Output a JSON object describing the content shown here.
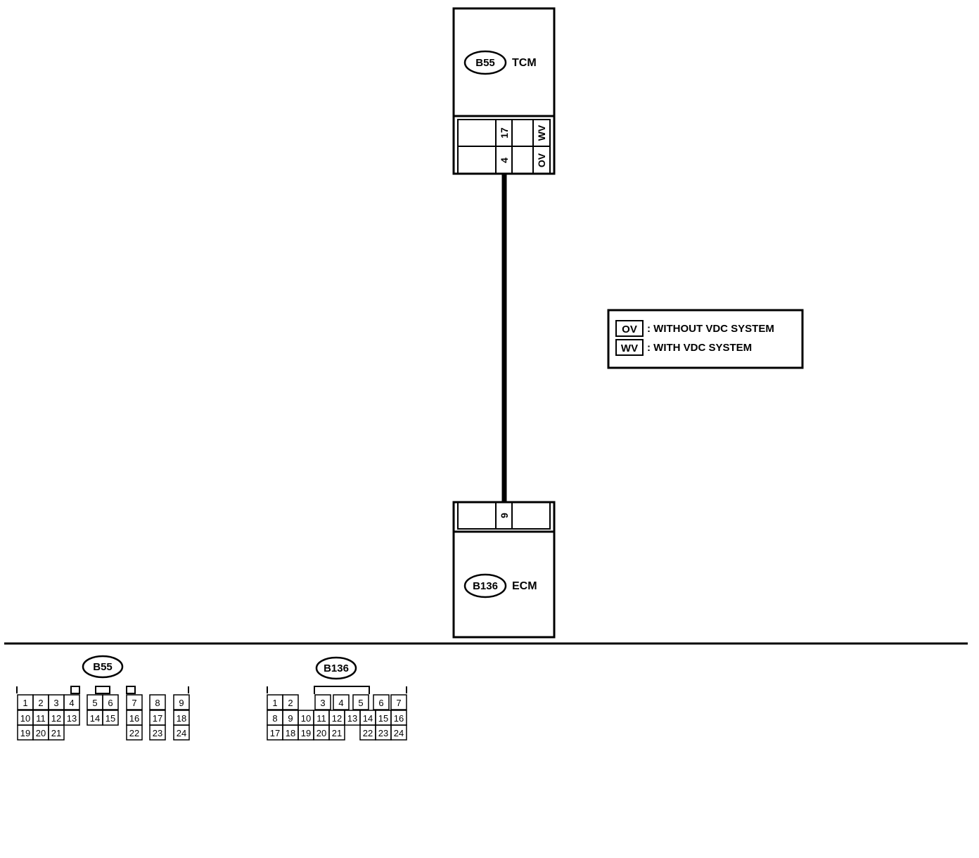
{
  "tcm": {
    "connector_id": "B55",
    "name": "TCM",
    "terminals": [
      {
        "pin": "17",
        "variant": "WV"
      },
      {
        "pin": "4",
        "variant": "OV"
      }
    ]
  },
  "ecm": {
    "connector_id": "B136",
    "name": "ECM",
    "terminal": "9"
  },
  "legend": [
    {
      "code": "OV",
      "text": ": WITHOUT VDC SYSTEM"
    },
    {
      "code": "WV",
      "text": ": WITH VDC SYSTEM"
    }
  ],
  "connector_views": {
    "b55": {
      "id": "B55",
      "rows": [
        [
          "1",
          "2",
          "3",
          "4",
          "5",
          "6",
          "7",
          "8",
          "9"
        ],
        [
          "10",
          "11",
          "12",
          "13",
          "14",
          "15",
          "16",
          "17",
          "18"
        ],
        [
          "19",
          "20",
          "21",
          "22",
          "23",
          "24"
        ]
      ]
    },
    "b136": {
      "id": "B136",
      "rows": [
        [
          "1",
          "2",
          "3",
          "4",
          "5",
          "6",
          "7"
        ],
        [
          "8",
          "9",
          "10",
          "11",
          "12",
          "13",
          "14",
          "15",
          "16"
        ],
        [
          "17",
          "18",
          "19",
          "20",
          "21",
          "22",
          "23",
          "24"
        ]
      ]
    }
  }
}
